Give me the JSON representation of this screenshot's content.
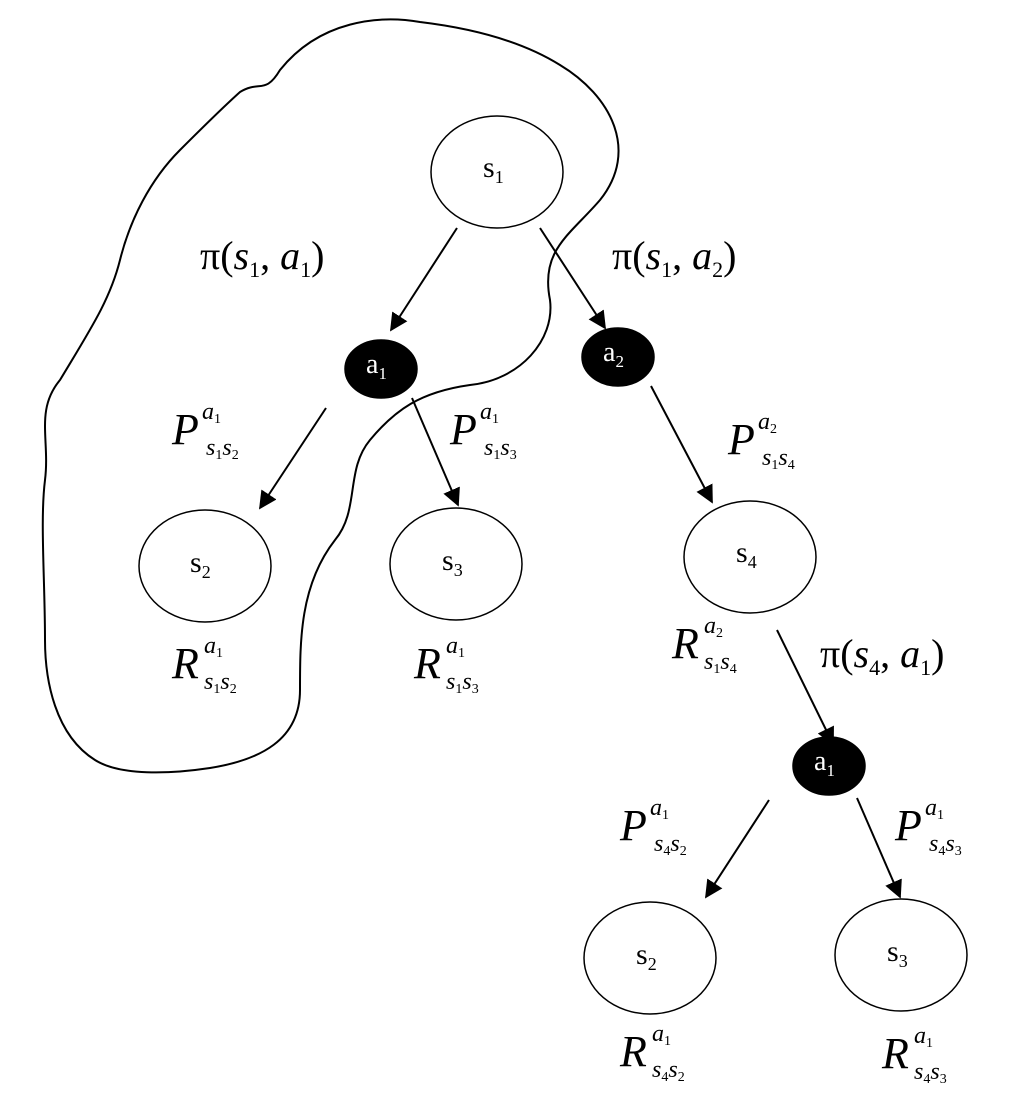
{
  "colors": {
    "line": "#000000",
    "action_fill": "#000000",
    "action_text": "#ffffff",
    "state_fill": "#ffffff"
  },
  "states": [
    {
      "id": "s1",
      "base": "s",
      "sub": "1"
    },
    {
      "id": "s2_left",
      "base": "s",
      "sub": "2"
    },
    {
      "id": "s3_left",
      "base": "s",
      "sub": "3"
    },
    {
      "id": "s4",
      "base": "s",
      "sub": "4"
    },
    {
      "id": "s2_bottom",
      "base": "s",
      "sub": "2"
    },
    {
      "id": "s3_bottom",
      "base": "s",
      "sub": "3"
    }
  ],
  "actions": [
    {
      "id": "a1_top",
      "base": "a",
      "sub": "1"
    },
    {
      "id": "a2",
      "base": "a",
      "sub": "2"
    },
    {
      "id": "a1_bottom",
      "base": "a",
      "sub": "1"
    }
  ],
  "policy_labels": [
    {
      "pi": "π",
      "s": "s",
      "s_sub": "1",
      "a": "a",
      "a_sub": "1"
    },
    {
      "pi": "π",
      "s": "s",
      "s_sub": "1",
      "a": "a",
      "a_sub": "2"
    },
    {
      "pi": "π",
      "s": "s",
      "s_sub": "4",
      "a": "a",
      "a_sub": "1"
    }
  ],
  "transition_labels": [
    {
      "sym": "P",
      "sup": "a",
      "sup_sub": "1",
      "from": "s",
      "from_sub": "1",
      "to": "s",
      "to_sub": "2"
    },
    {
      "sym": "P",
      "sup": "a",
      "sup_sub": "1",
      "from": "s",
      "from_sub": "1",
      "to": "s",
      "to_sub": "3"
    },
    {
      "sym": "P",
      "sup": "a",
      "sup_sub": "2",
      "from": "s",
      "from_sub": "1",
      "to": "s",
      "to_sub": "4"
    },
    {
      "sym": "P",
      "sup": "a",
      "sup_sub": "1",
      "from": "s",
      "from_sub": "4",
      "to": "s",
      "to_sub": "2"
    },
    {
      "sym": "P",
      "sup": "a",
      "sup_sub": "1",
      "from": "s",
      "from_sub": "4",
      "to": "s",
      "to_sub": "3"
    }
  ],
  "reward_labels": [
    {
      "sym": "R",
      "sup": "a",
      "sup_sub": "1",
      "from": "s",
      "from_sub": "1",
      "to": "s",
      "to_sub": "2"
    },
    {
      "sym": "R",
      "sup": "a",
      "sup_sub": "1",
      "from": "s",
      "from_sub": "1",
      "to": "s",
      "to_sub": "3"
    },
    {
      "sym": "R",
      "sup": "a",
      "sup_sub": "2",
      "from": "s",
      "from_sub": "1",
      "to": "s",
      "to_sub": "4"
    },
    {
      "sym": "R",
      "sup": "a",
      "sup_sub": "1",
      "from": "s",
      "from_sub": "4",
      "to": "s",
      "to_sub": "2"
    },
    {
      "sym": "R",
      "sup": "a",
      "sup_sub": "1",
      "from": "s",
      "from_sub": "4",
      "to": "s",
      "to_sub": "3"
    }
  ],
  "edges": [
    {
      "from": "s1",
      "to": "a1_top"
    },
    {
      "from": "s1",
      "to": "a2"
    },
    {
      "from": "a1_top",
      "to": "s2_left"
    },
    {
      "from": "a1_top",
      "to": "s3_left"
    },
    {
      "from": "a2",
      "to": "s4"
    },
    {
      "from": "s4",
      "to": "a1_bottom"
    },
    {
      "from": "a1_bottom",
      "to": "s2_bottom"
    },
    {
      "from": "a1_bottom",
      "to": "s3_bottom"
    }
  ]
}
